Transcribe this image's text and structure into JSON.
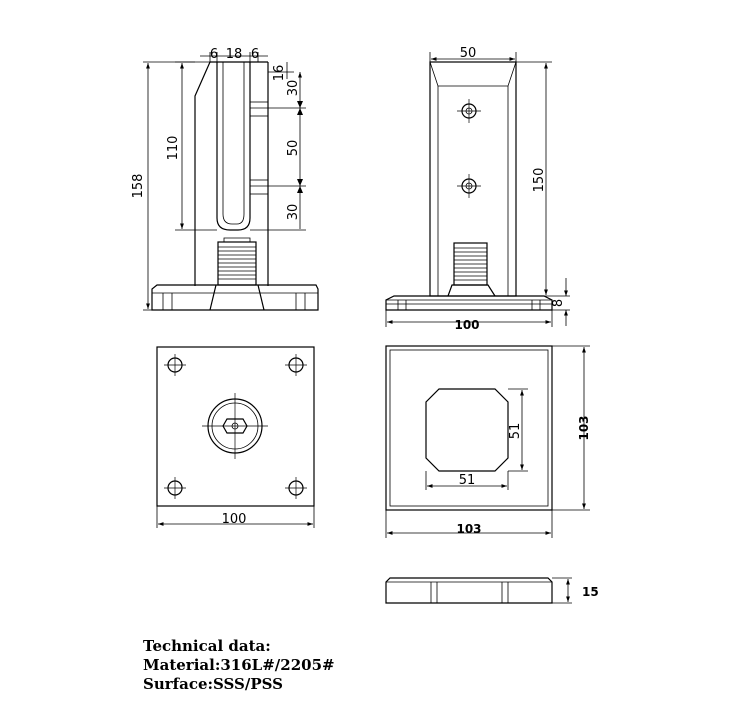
{
  "drawing": {
    "side_view": {
      "dims": {
        "d6a": "6",
        "d18": "18",
        "d6b": "6",
        "d16": "16",
        "d30a": "30",
        "d50": "50",
        "d30b": "30",
        "d110": "110",
        "d158": "158"
      }
    },
    "front_view": {
      "dims": {
        "d50": "50",
        "d150": "150",
        "d8": "8",
        "d100": "100"
      }
    },
    "base_top_view": {
      "dims": {
        "d100": "100"
      }
    },
    "cover_top_view": {
      "dims": {
        "d51v": "51",
        "d51h": "51",
        "d103v": "103",
        "d103h": "103"
      }
    },
    "cover_side_view": {
      "dims": {
        "d15": "15"
      }
    }
  },
  "technical": {
    "heading": "Technical data:",
    "material": "Material:316L#/2205#",
    "surface": "Surface:SSS/PSS"
  }
}
